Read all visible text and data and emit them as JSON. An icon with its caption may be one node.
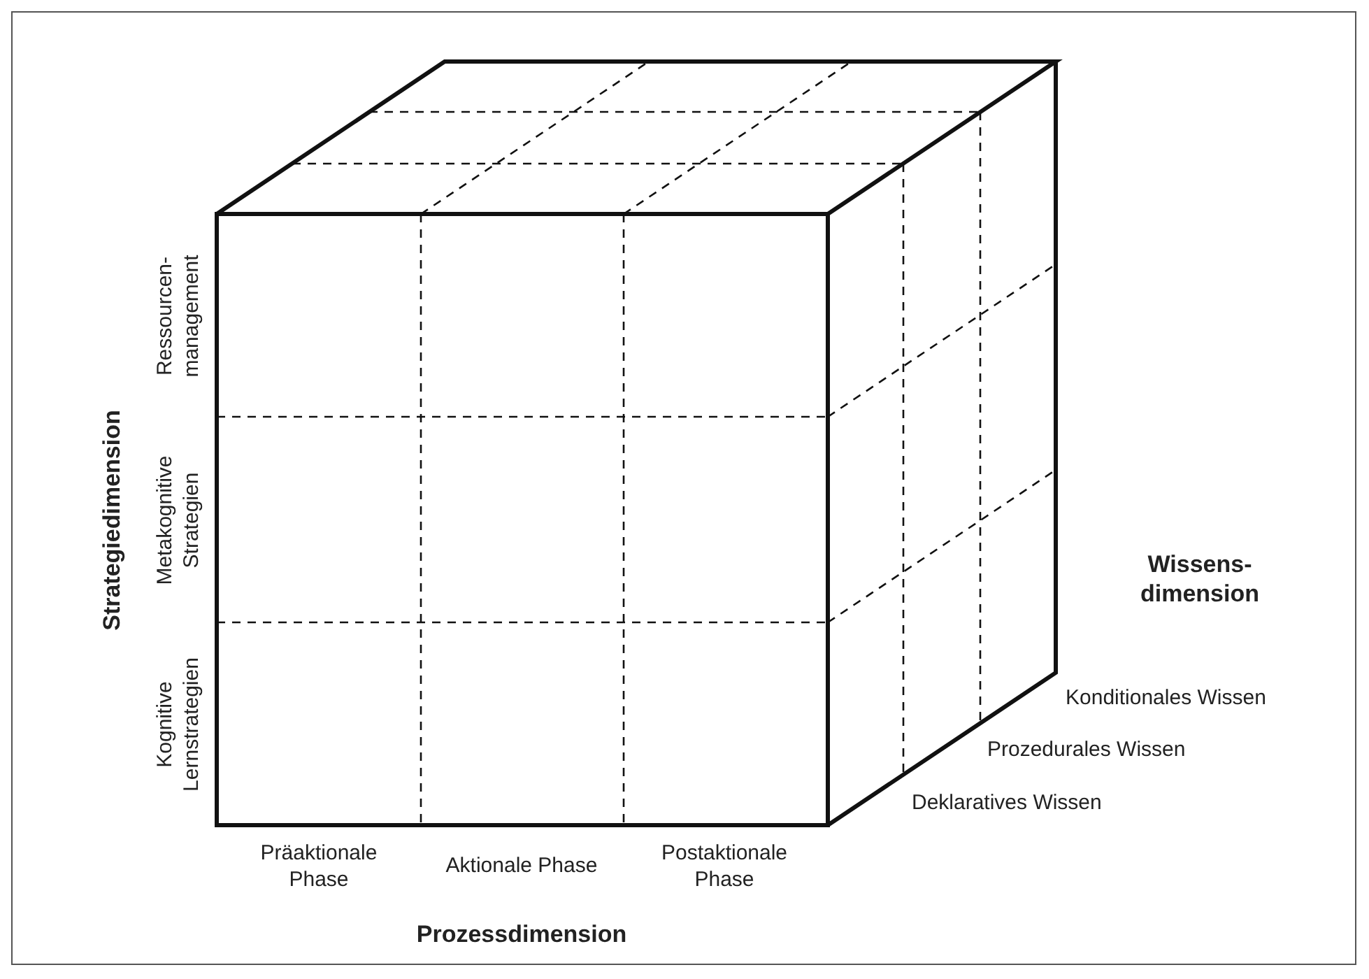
{
  "diagram": {
    "labels": [
      "Ressourcen-management",
      "Metakognitive Strategien",
      "Kognitive Lernstrategien",
      "Strategiedimension",
      "Wissens-dimension",
      "Konditionales Wissen",
      "Prozedurales Wissen",
      "Deklaratives Wissen",
      "Präaktionale Phase",
      "Aktionale Phase",
      "Postaktionale Phase",
      "Prozessdimension"
    ]
  }
}
